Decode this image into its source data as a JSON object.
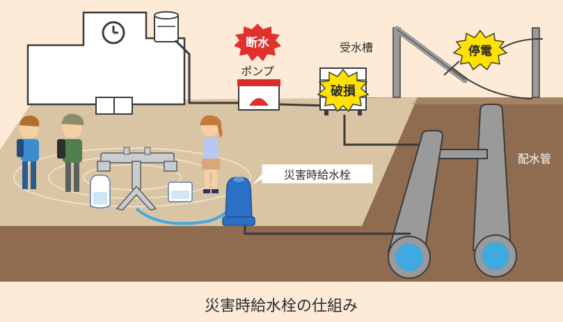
{
  "labels": {
    "cutoff": "断水",
    "pump": "ポンプ",
    "tank": "受水槽",
    "damage": "破損",
    "outage": "停電",
    "main": "配水管",
    "hydrant": "災害時給水栓"
  },
  "caption": "災害時給水栓の仕組み",
  "colors": {
    "background": "#fdebd8",
    "ground": "#d9c4a3",
    "soil": "#8f6c4f",
    "pipe": "#9a9a9a",
    "hydrant": "#2c6fc6",
    "burst_red": "#e0312d",
    "burst_yellow": "#ffe200"
  }
}
